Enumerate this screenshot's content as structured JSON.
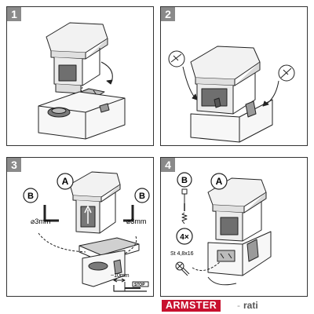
{
  "steps": [
    {
      "number": "1"
    },
    {
      "number": "2"
    },
    {
      "number": "3",
      "callout_a": "A",
      "callout_b_left": "B",
      "callout_b_right": "B",
      "drill_left": "⌀3mm",
      "drill_right": "⌀3mm",
      "depth": "~10mm",
      "stop": "STOP"
    },
    {
      "number": "4",
      "callout_a": "A",
      "callout_b": "B",
      "count": "4×",
      "screw_spec": "St 4,8x16"
    }
  ],
  "brand": {
    "name": "ARMSTER",
    "separator": "-",
    "partner": "rati",
    "color": "#c8102e"
  }
}
